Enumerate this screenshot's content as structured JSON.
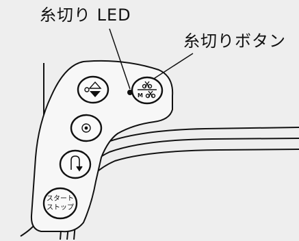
{
  "labels": {
    "thread_cutter_led": "糸切り LED",
    "thread_cutter_button": "糸切りボタン"
  },
  "buttons": {
    "start_stop_line1": "スタート",
    "start_stop_line2": "ストップ",
    "thread_cutter_m": "M"
  },
  "icons": [
    "needle-up-down-icon",
    "scissors-icon",
    "presser-foot-circle-icon",
    "reverse-stitch-icon"
  ]
}
